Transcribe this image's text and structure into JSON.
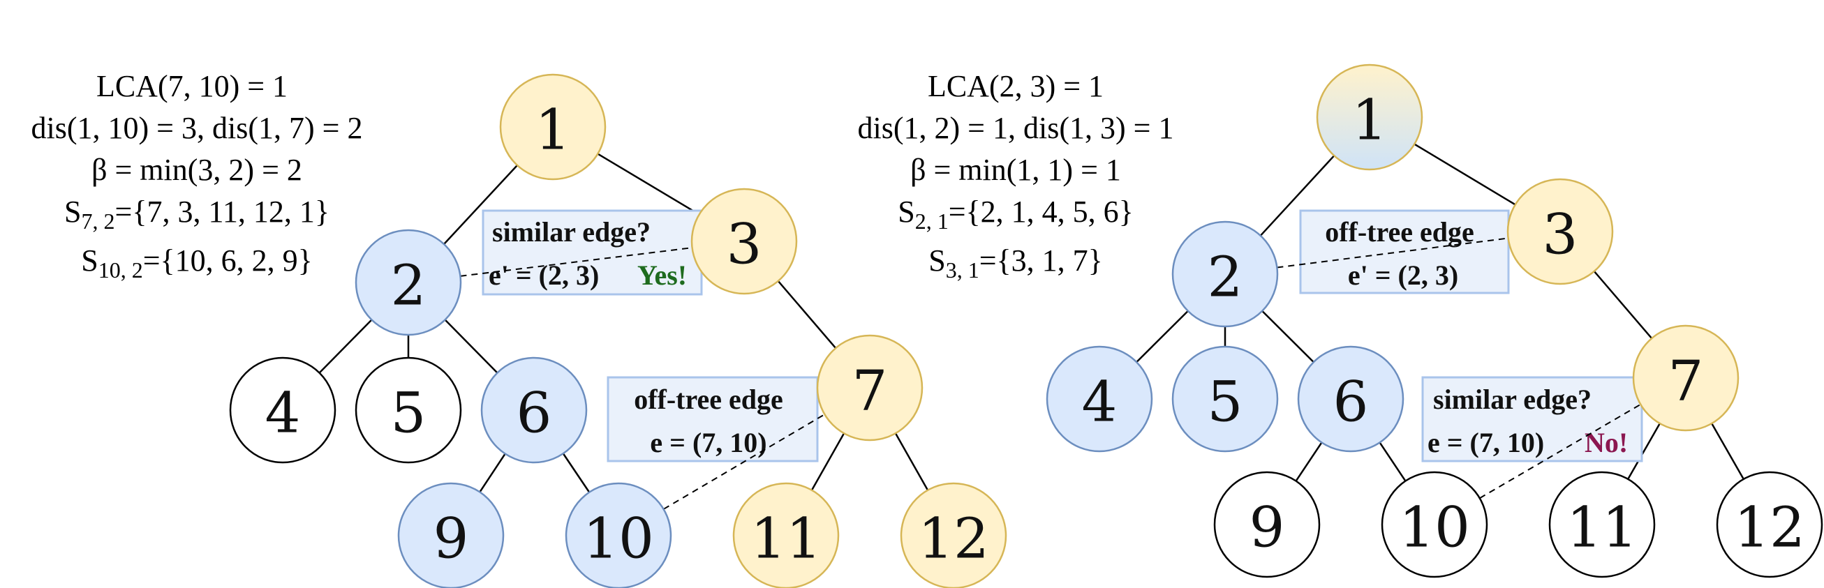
{
  "colors": {
    "yellow_fill": "#fff2cc",
    "yellow_stroke": "#d6b656",
    "blue_fill": "#dae8fc",
    "blue_stroke": "#6c8ebf",
    "white_fill": "#ffffff",
    "white_stroke": "#000000",
    "box_fill": "#eaf1fb",
    "box_stroke": "#a9c4eb",
    "yes": "#1e6b1e",
    "no": "#8b1750"
  },
  "left": {
    "calc": {
      "line1": "LCA(7, 10) = 1",
      "line2": "dis(1, 10) = 3, dis(1, 7) = 2",
      "line3": "β = min(3, 2) = 2",
      "line4": {
        "prefix": "S",
        "sub": "7, 2",
        "rest": "={7,  3, 11, 12, 1}"
      },
      "line5": {
        "prefix": "S",
        "sub": "10, 2",
        "rest": "={10, 6, 2, 9}"
      }
    },
    "nodes": [
      {
        "id": "1",
        "label": "1",
        "color": "yellow"
      },
      {
        "id": "2",
        "label": "2",
        "color": "blue"
      },
      {
        "id": "3",
        "label": "3",
        "color": "yellow"
      },
      {
        "id": "4",
        "label": "4",
        "color": "white"
      },
      {
        "id": "5",
        "label": "5",
        "color": "white"
      },
      {
        "id": "6",
        "label": "6",
        "color": "blue"
      },
      {
        "id": "7",
        "label": "7",
        "color": "yellow"
      },
      {
        "id": "9",
        "label": "9",
        "color": "blue"
      },
      {
        "id": "10",
        "label": "10",
        "color": "blue"
      },
      {
        "id": "11",
        "label": "11",
        "color": "yellow"
      },
      {
        "id": "12",
        "label": "12",
        "color": "yellow"
      }
    ],
    "tree_edges": [
      [
        "1",
        "2"
      ],
      [
        "1",
        "3"
      ],
      [
        "2",
        "4"
      ],
      [
        "2",
        "5"
      ],
      [
        "2",
        "6"
      ],
      [
        "3",
        "7"
      ],
      [
        "6",
        "9"
      ],
      [
        "6",
        "10"
      ],
      [
        "7",
        "11"
      ],
      [
        "7",
        "12"
      ]
    ],
    "dashed_edges": [
      [
        "2",
        "3"
      ],
      [
        "10",
        "7"
      ]
    ],
    "box_top": {
      "line1": "similar edge?",
      "line2": "e' = (2, 3)",
      "answer": "Yes!"
    },
    "box_bottom": {
      "line1": "off-tree edge",
      "line2": "e = (7, 10)"
    }
  },
  "right": {
    "calc": {
      "line1": "LCA(2, 3) = 1",
      "line2": "dis(1, 2) = 1, dis(1, 3) = 1",
      "line3": "β = min(1, 1) = 1",
      "line4": {
        "prefix": "S",
        "sub": "2, 1",
        "rest": "={2, 1, 4, 5, 6}"
      },
      "line5": {
        "prefix": "S",
        "sub": "3, 1",
        "rest": "={3, 1, 7}"
      }
    },
    "nodes": [
      {
        "id": "1",
        "label": "1",
        "color": "gradient"
      },
      {
        "id": "2",
        "label": "2",
        "color": "blue"
      },
      {
        "id": "3",
        "label": "3",
        "color": "yellow"
      },
      {
        "id": "4",
        "label": "4",
        "color": "blue"
      },
      {
        "id": "5",
        "label": "5",
        "color": "blue"
      },
      {
        "id": "6",
        "label": "6",
        "color": "blue"
      },
      {
        "id": "7",
        "label": "7",
        "color": "yellow"
      },
      {
        "id": "9",
        "label": "9",
        "color": "white"
      },
      {
        "id": "10",
        "label": "10",
        "color": "white"
      },
      {
        "id": "11",
        "label": "11",
        "color": "white"
      },
      {
        "id": "12",
        "label": "12",
        "color": "white"
      }
    ],
    "tree_edges": [
      [
        "1",
        "2"
      ],
      [
        "1",
        "3"
      ],
      [
        "2",
        "4"
      ],
      [
        "2",
        "5"
      ],
      [
        "2",
        "6"
      ],
      [
        "3",
        "7"
      ],
      [
        "6",
        "9"
      ],
      [
        "6",
        "10"
      ],
      [
        "7",
        "11"
      ],
      [
        "7",
        "12"
      ]
    ],
    "dashed_edges": [
      [
        "2",
        "3"
      ],
      [
        "10",
        "7"
      ]
    ],
    "box_top": {
      "line1": "off-tree edge",
      "line2": "e' = (2, 3)"
    },
    "box_bottom": {
      "line1": "similar edge?",
      "line2": "e = (7, 10)",
      "answer": "No!"
    }
  }
}
